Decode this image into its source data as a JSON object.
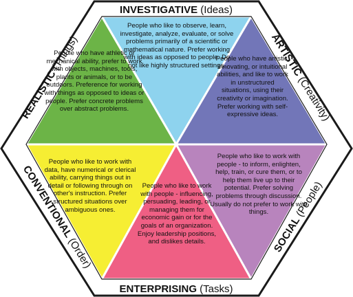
{
  "colors": {
    "investigative": "#8ed3ee",
    "artistic": "#7276b8",
    "social": "#b884bd",
    "enterprising": "#ef5f84",
    "conventional": "#f6ee33",
    "realistic": "#6cb447",
    "outline": "#1a1a1a"
  },
  "types": {
    "investigative": {
      "name": "INVESTIGATIVE",
      "theme": "(Ideas)",
      "description": "People who like to observe, learn, investigate, analyze, evaluate, or solve problems primarily of a scientific or mathematical nature. Prefer working with ideas as opposed to people. Do not like highly structured settings."
    },
    "artistic": {
      "name": "ARTISTIC",
      "theme": "(Creativity)",
      "description": "People who have artistic, innovating, or intuitional abilities, and like to work in unstructured situations, using their creativity or imagination. Prefer working with self-expressive ideas."
    },
    "social": {
      "name": "SOCIAL",
      "theme": "(People)",
      "description": "People who like to work with people - to inform, enlighten, help, train, or cure them, or to help them live up to their potential. Prefer solving problems through discussion. Usually do not prefer to work with things."
    },
    "enterprising": {
      "name": "ENTERPRISING",
      "theme": "(Tasks)",
      "description": "People who like to work with people - influencing, persuading, leading, or managing them for economic gain or for the goals of an organization. Enjoy leadership positions, and dislikes details."
    },
    "conventional": {
      "name": "CONVENTIONAL",
      "theme": "(Order)",
      "description": "People who like to work with data, have numerical or clerical ability, carrying things out in detail or following through on other's instruction. Prefer structured situations over ambiguous ones."
    },
    "realistic": {
      "name": "REALISTIC",
      "theme": "(Things)",
      "description": "People who have athletic or mechanical ability, prefer to work with objects, machines, tools, plants or animals, or to be outdoors. Preference for working with things as opposed to ideas or people. Prefer concrete problems over abstract problems."
    }
  }
}
